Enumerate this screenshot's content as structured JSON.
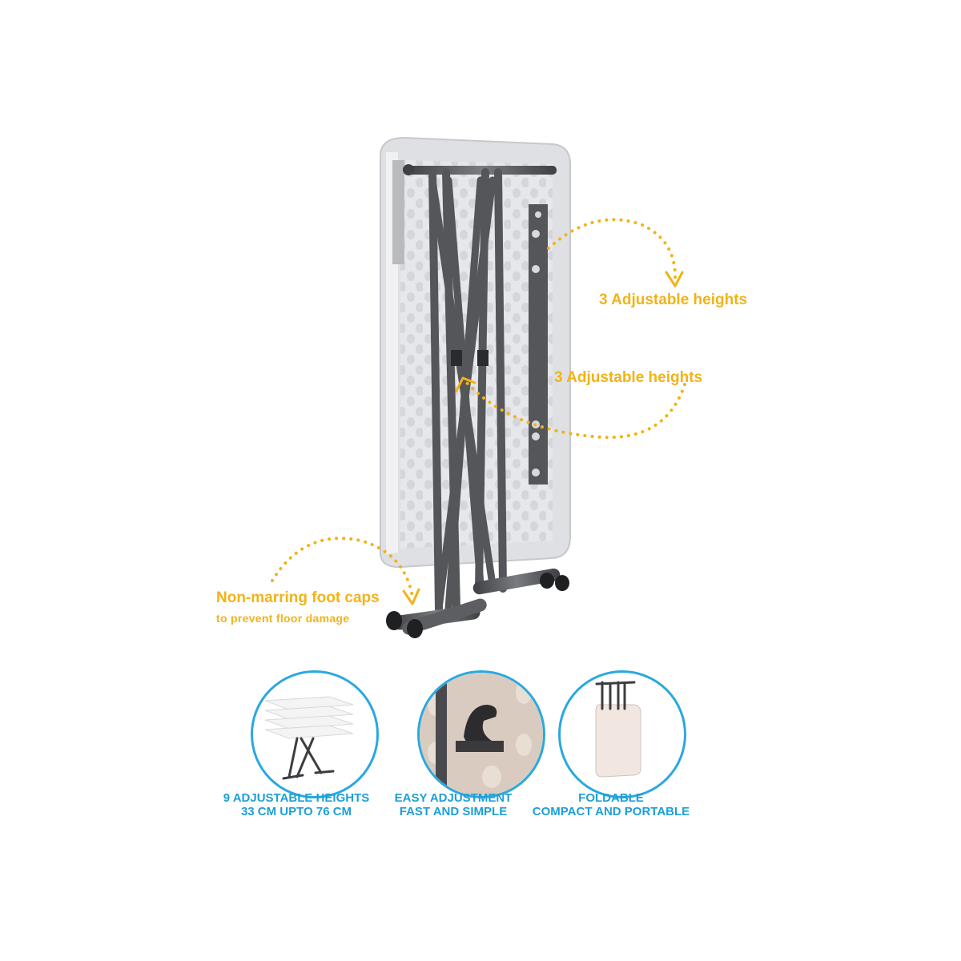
{
  "callouts": {
    "top_heights": "3 Adjustable heights",
    "mid_heights": "3 Adjustable heights",
    "foot_caps_line1": "Non-marring foot caps",
    "foot_caps_line2": "to prevent floor damage"
  },
  "features": [
    {
      "line1": "9 ADJUSTABLE HEIGHTS",
      "line2": "33 CM UPTO 76 CM",
      "icon": "stacked-tables-icon"
    },
    {
      "line1": "EASY ADJUSTMENT",
      "line2": "FAST AND SIMPLE",
      "icon": "adjustment-hook-icon"
    },
    {
      "line1": "FOLDABLE",
      "line2": "COMPACT AND PORTABLE",
      "icon": "folded-table-icon"
    }
  ],
  "colors": {
    "accent_yellow": "#f2b316",
    "accent_blue": "#1e9fd6",
    "frame_gray": "#55565a",
    "top_white": "#e9eaec"
  }
}
